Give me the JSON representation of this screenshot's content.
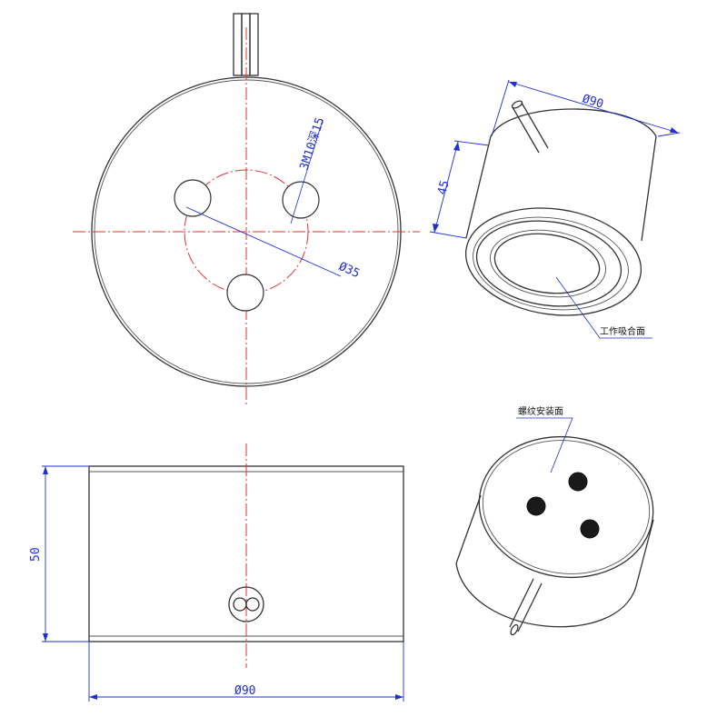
{
  "dimensions": {
    "top_view_thread_note": "3M10深15",
    "top_view_bolt_circle": "Ø35",
    "iso_top_diameter": "Ø90",
    "iso_top_height": "45",
    "side_view_height": "50",
    "side_view_diameter": "Ø90"
  },
  "annotations": {
    "working_suction_surface": "工作吸合面",
    "thread_mounting_surface": "螺纹安装面"
  },
  "colors": {
    "outline": "#333333",
    "centerline": "#e8312f",
    "dimension": "#1f2fd6",
    "background": "#ffffff"
  }
}
